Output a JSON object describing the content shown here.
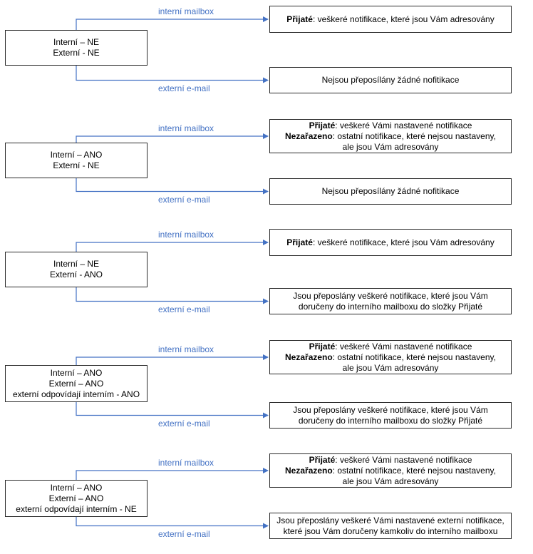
{
  "labels": {
    "internal": "interní mailbox",
    "external": "externí e-mail"
  },
  "colors": {
    "connector": "#4472c4",
    "box_border": "#2b2b2b"
  },
  "scenarios": [
    {
      "condition": [
        "Interní – NE",
        "Externí - NE"
      ],
      "internal_result": [
        {
          "bold": "Přijaté",
          "text": ": veškeré notifikace, které jsou Vám adresovány"
        }
      ],
      "external_result": [
        {
          "bold": "",
          "text": "Nejsou přeposílány žádné nofitikace"
        }
      ]
    },
    {
      "condition": [
        "Interní – ANO",
        "Externí - NE"
      ],
      "internal_result": [
        {
          "bold": "Přijaté",
          "text": ": veškeré Vámi nastavené notifikace"
        },
        {
          "bold": "Nezařazeno",
          "text": ": ostatní notifikace, které nejsou nastaveny,"
        },
        {
          "bold": "",
          "text": "ale jsou Vám adresovány"
        }
      ],
      "external_result": [
        {
          "bold": "",
          "text": "Nejsou přeposílány žádné nofitikace"
        }
      ]
    },
    {
      "condition": [
        "Interní – NE",
        "Externí - ANO"
      ],
      "internal_result": [
        {
          "bold": "Přijaté",
          "text": ": veškeré notifikace, které jsou Vám adresovány"
        }
      ],
      "external_result": [
        {
          "bold": "",
          "text": "Jsou přeposlány veškeré notifikace, které jsou Vám"
        },
        {
          "bold": "",
          "text": "doručeny do interního mailboxu do složky Přijaté"
        }
      ]
    },
    {
      "condition": [
        "Interní – ANO",
        "Externí – ANO",
        "externí odpovídají interním - ANO"
      ],
      "internal_result": [
        {
          "bold": "Přijaté",
          "text": ": veškeré Vámi nastavené notifikace"
        },
        {
          "bold": "Nezařazeno",
          "text": ": ostatní notifikace, které nejsou nastaveny,"
        },
        {
          "bold": "",
          "text": "ale jsou Vám adresovány"
        }
      ],
      "external_result": [
        {
          "bold": "",
          "text": "Jsou přeposlány veškeré notifikace, které jsou Vám"
        },
        {
          "bold": "",
          "text": "doručeny do interního mailboxu do složky Přijaté"
        }
      ]
    },
    {
      "condition": [
        "Interní – ANO",
        "Externí – ANO",
        "externí odpovídají interním - NE"
      ],
      "internal_result": [
        {
          "bold": "Přijaté",
          "text": ": veškeré Vámi nastavené notifikace"
        },
        {
          "bold": "Nezařazeno",
          "text": ": ostatní notifikace, které nejsou nastaveny,"
        },
        {
          "bold": "",
          "text": "ale jsou Vám adresovány"
        }
      ],
      "external_result": [
        {
          "bold": "",
          "text": "Jsou přeposlány veškeré Vámi nastavené externí notifikace,"
        },
        {
          "bold": "",
          "text": "které jsou Vám doručeny kamkoliv do interního mailboxu"
        }
      ]
    }
  ]
}
